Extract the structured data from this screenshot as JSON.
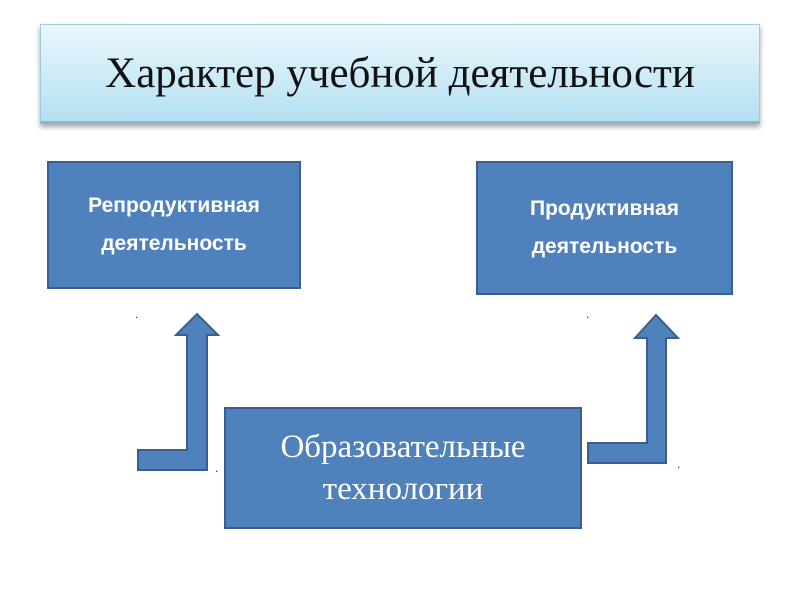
{
  "title": "Характер учебной деятельности",
  "blocks": {
    "reproductive": "Репродуктивная\nдеятельность",
    "productive": "Продуктивная\nдеятельность",
    "technologies": "Образовательные\nтехнологии"
  },
  "colors": {
    "block_fill": "#4f81bd",
    "block_border": "#3a5f8c",
    "title_fill": "#cdebf7",
    "text": "#ffffff"
  },
  "markers": {
    "dot1": ".",
    "dot2": ".",
    "dot3": ".",
    "dot4": "."
  }
}
